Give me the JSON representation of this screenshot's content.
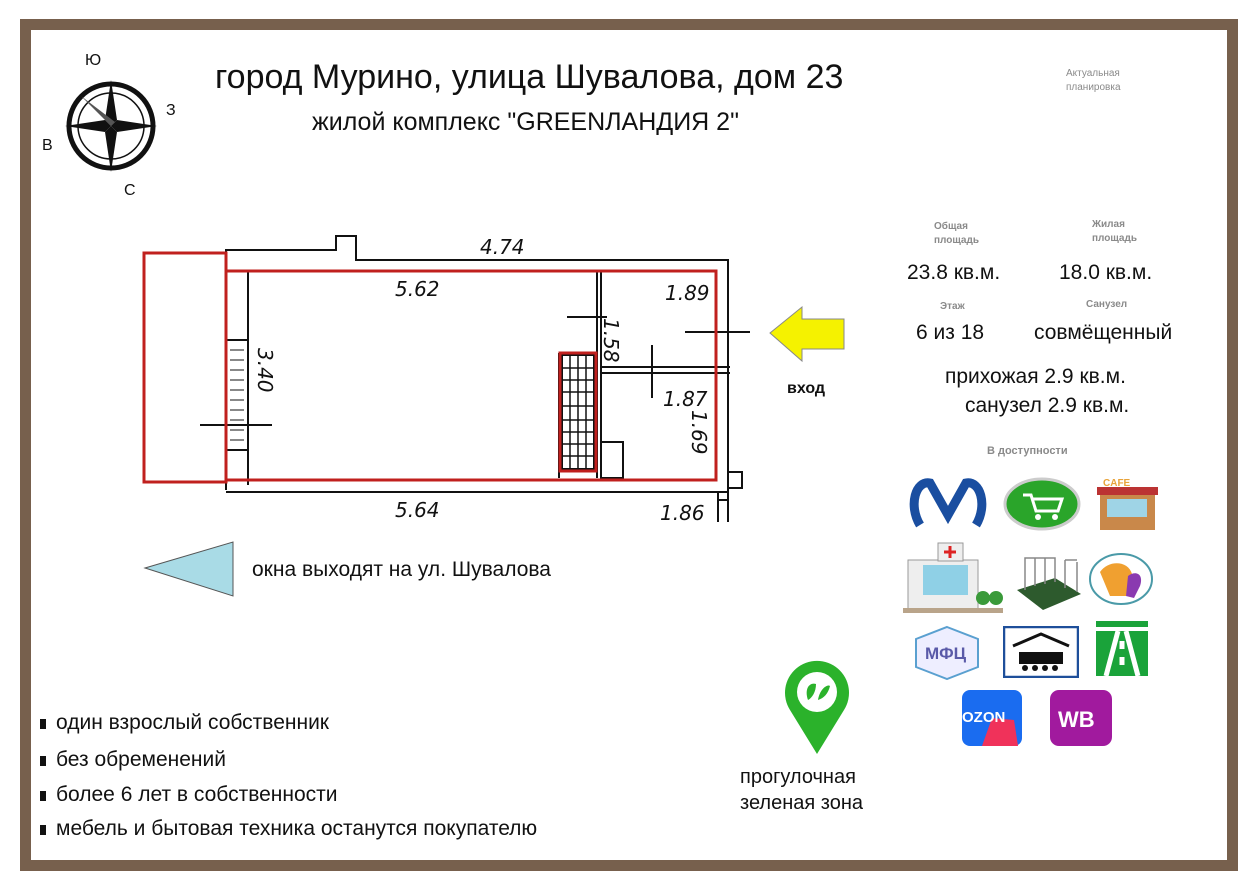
{
  "header": {
    "address": "город Мурино, улица Шувалова, дом 23",
    "complex": "жилой комплекс \"GREENЛАНДИЯ 2\"",
    "note": "Актуальная планировка"
  },
  "compass": {
    "north": "С",
    "south": "Ю",
    "east": "В",
    "west": "З"
  },
  "plan": {
    "dims": {
      "top_outer": "4.74",
      "room_length": "5.62",
      "room_width": "3.40",
      "hall_width": "1.89",
      "hall_height": "1.58",
      "bath_width": "1.87",
      "bath_height": "1.69",
      "bottom_room": "5.64",
      "bottom_right": "1.86"
    },
    "entrance": "вход",
    "windows": "окна выходят на ул. Шувалова"
  },
  "stats": {
    "total_label": "Общая площадь",
    "total": "23.8 кв.м.",
    "living_label": "Жилая площадь",
    "living": "18.0 кв.м.",
    "floor_label": "Этаж",
    "floor": "6 из 18",
    "bath_label": "Санузел",
    "bath": "совмёщенный",
    "hallway": "прихожая 2.9 кв.м.",
    "bathroom": "санузел 2.9 кв.м."
  },
  "nearby": {
    "title": "В доступности",
    "mfc": "МФЦ",
    "ozon": "OZON",
    "wb": "WB",
    "cafe": "CAFE"
  },
  "green": "прогулочная зеленая зона",
  "green_lines": [
    "прогулочная",
    "зеленая зона"
  ],
  "conditions": [
    "один взрослый собственник",
    "без обременений",
    "более 6 лет в собственности",
    "мебель и бытовая техника останутся покупателю"
  ],
  "colors": {
    "frame": "#77604d",
    "outline": "#c0201e",
    "arrow": "#f5f200",
    "window_arrow": "#a9dbe6"
  }
}
